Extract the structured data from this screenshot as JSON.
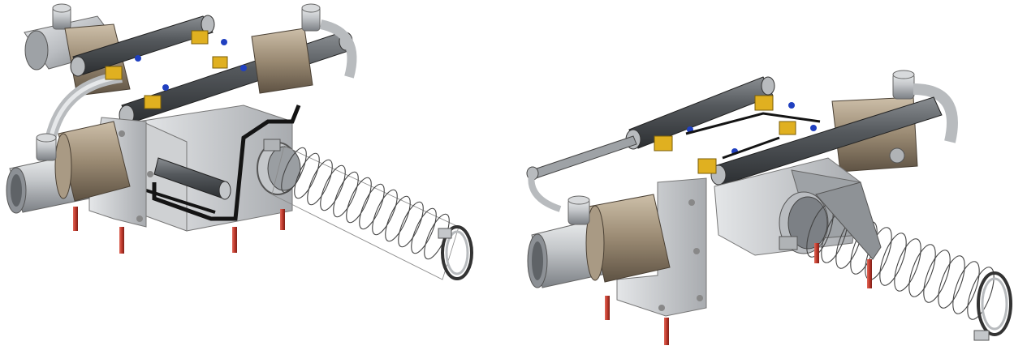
{
  "scene": {
    "views": [
      {
        "id": "view-left",
        "subject": "pneumatic-diverter-valve-assembly"
      },
      {
        "id": "view-right",
        "subject": "pneumatic-diverter-valve-assembly"
      }
    ],
    "colors": {
      "background": "#ffffff",
      "pipe_light": "#d4d6d8",
      "pipe_mid": "#a9adb1",
      "pipe_dark": "#6e7276",
      "bronze_light": "#b5a48e",
      "bronze_dark": "#6b5e4d",
      "cylinder_dark": "#3e4246",
      "cylinder_mid": "#6a6e72",
      "bracket": "#c9cbcd",
      "solenoid_yellow": "#e0b020",
      "fitting_blue": "#2040c0",
      "tubing_black": "#141414",
      "stud_red": "#c0392b",
      "spring_wire": "#555555"
    }
  }
}
